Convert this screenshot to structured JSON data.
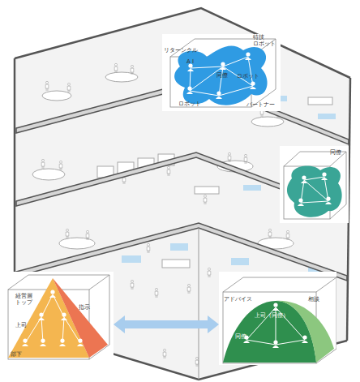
{
  "diagram": {
    "nodes": [
      {
        "text": [
          "リターンクル",
          "A I",
          "同僚",
          "特技 ロボット",
          "ロボット",
          "ロボット",
          "パートナー"
        ]
      },
      {
        "text": [
          "同僚"
        ]
      },
      {
        "text": [
          "経営層 トップ",
          "指示",
          "上司",
          "部下"
        ]
      },
      {
        "text": [
          "アドバイス",
          "相談",
          "上司（同僚）",
          "同僚"
        ]
      }
    ],
    "edges": [
      {
        "from": 2,
        "to": 3,
        "arrow": "both"
      }
    ]
  }
}
